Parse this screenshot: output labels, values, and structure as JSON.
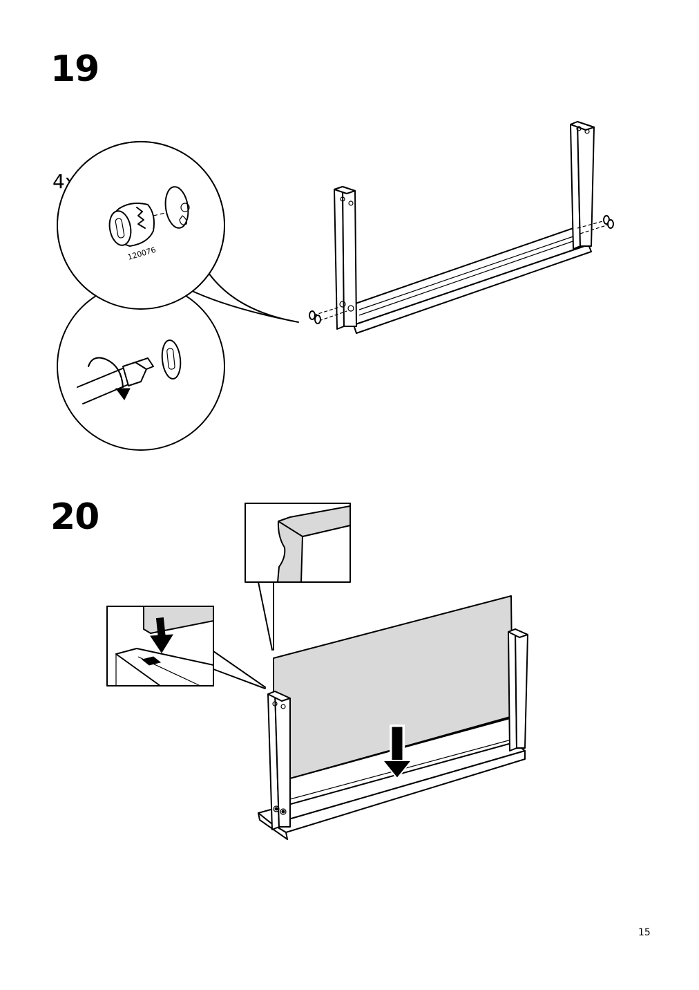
{
  "steps": [
    {
      "number": "19",
      "quantity": "4x",
      "part_number": "120076"
    },
    {
      "number": "20"
    }
  ],
  "footer": {
    "page_number": "15"
  },
  "icons": [
    "cam-lock-fitting-icon",
    "screwdriver-icon",
    "rotate-clockwise-arrow-icon",
    "down-arrow-icon"
  ],
  "colors": {
    "line": "#000000",
    "panel_fill": "#d9d9d9",
    "background": "#ffffff"
  }
}
